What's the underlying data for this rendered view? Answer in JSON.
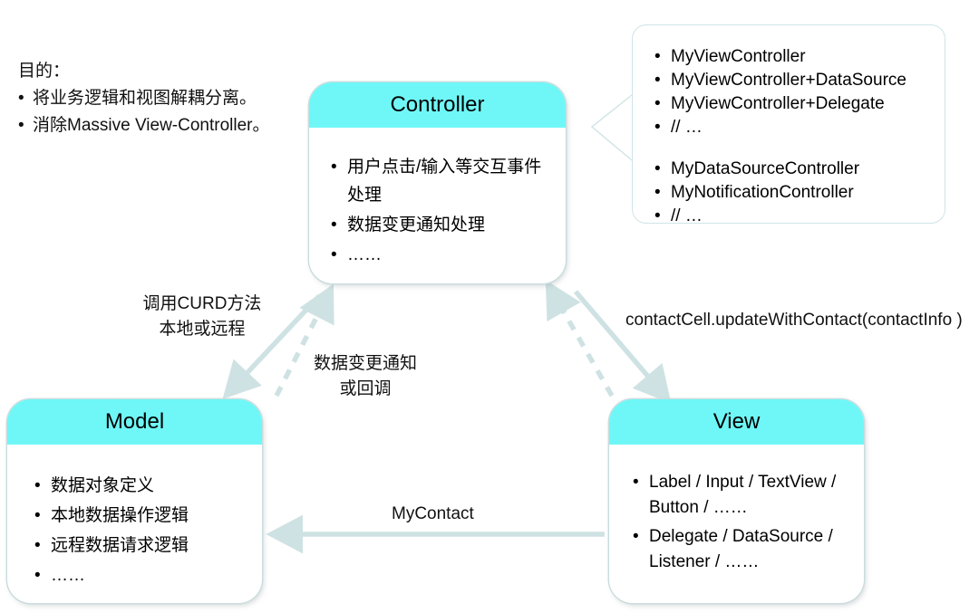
{
  "diagram": {
    "title": "MVC architecture diagram",
    "colors": {
      "header_cyan": "#6FF7F7",
      "arrow": "#cfe2e3",
      "box_outline": "#cfe4e6",
      "text": "#111111"
    }
  },
  "purpose": {
    "title": "目的：",
    "items": [
      "将业务逻辑和视图解耦分离。",
      "消除Massive View-Controller。"
    ]
  },
  "controller": {
    "title": "Controller",
    "items": [
      "用户点击/输入等交互事件处理",
      "数据变更通知处理",
      "……"
    ]
  },
  "model": {
    "title": "Model",
    "items": [
      "数据对象定义",
      "本地数据操作逻辑",
      "远程数据请求逻辑",
      "……"
    ]
  },
  "view": {
    "title": "View",
    "items": [
      "Label / Input / TextView / Button / ……",
      "Delegate / DataSource / Listener / ……"
    ]
  },
  "callout": {
    "group_one": [
      "MyViewController",
      "MyViewController+DataSource",
      "MyViewController+Delegate",
      "// …"
    ],
    "group_two": [
      "MyDataSourceController",
      "MyNotificationController",
      "// …"
    ]
  },
  "edges": {
    "controller_to_model": "调用CURD方法\n本地或远程",
    "controller_to_model_line1": "调用CURD方法",
    "controller_to_model_line2": "本地或远程",
    "model_to_controller_line1": "数据变更通知",
    "model_to_controller_line2": "或回调",
    "controller_to_view": "contactCell.updateWithContact(contactInfo )",
    "view_to_model": "MyContact"
  }
}
